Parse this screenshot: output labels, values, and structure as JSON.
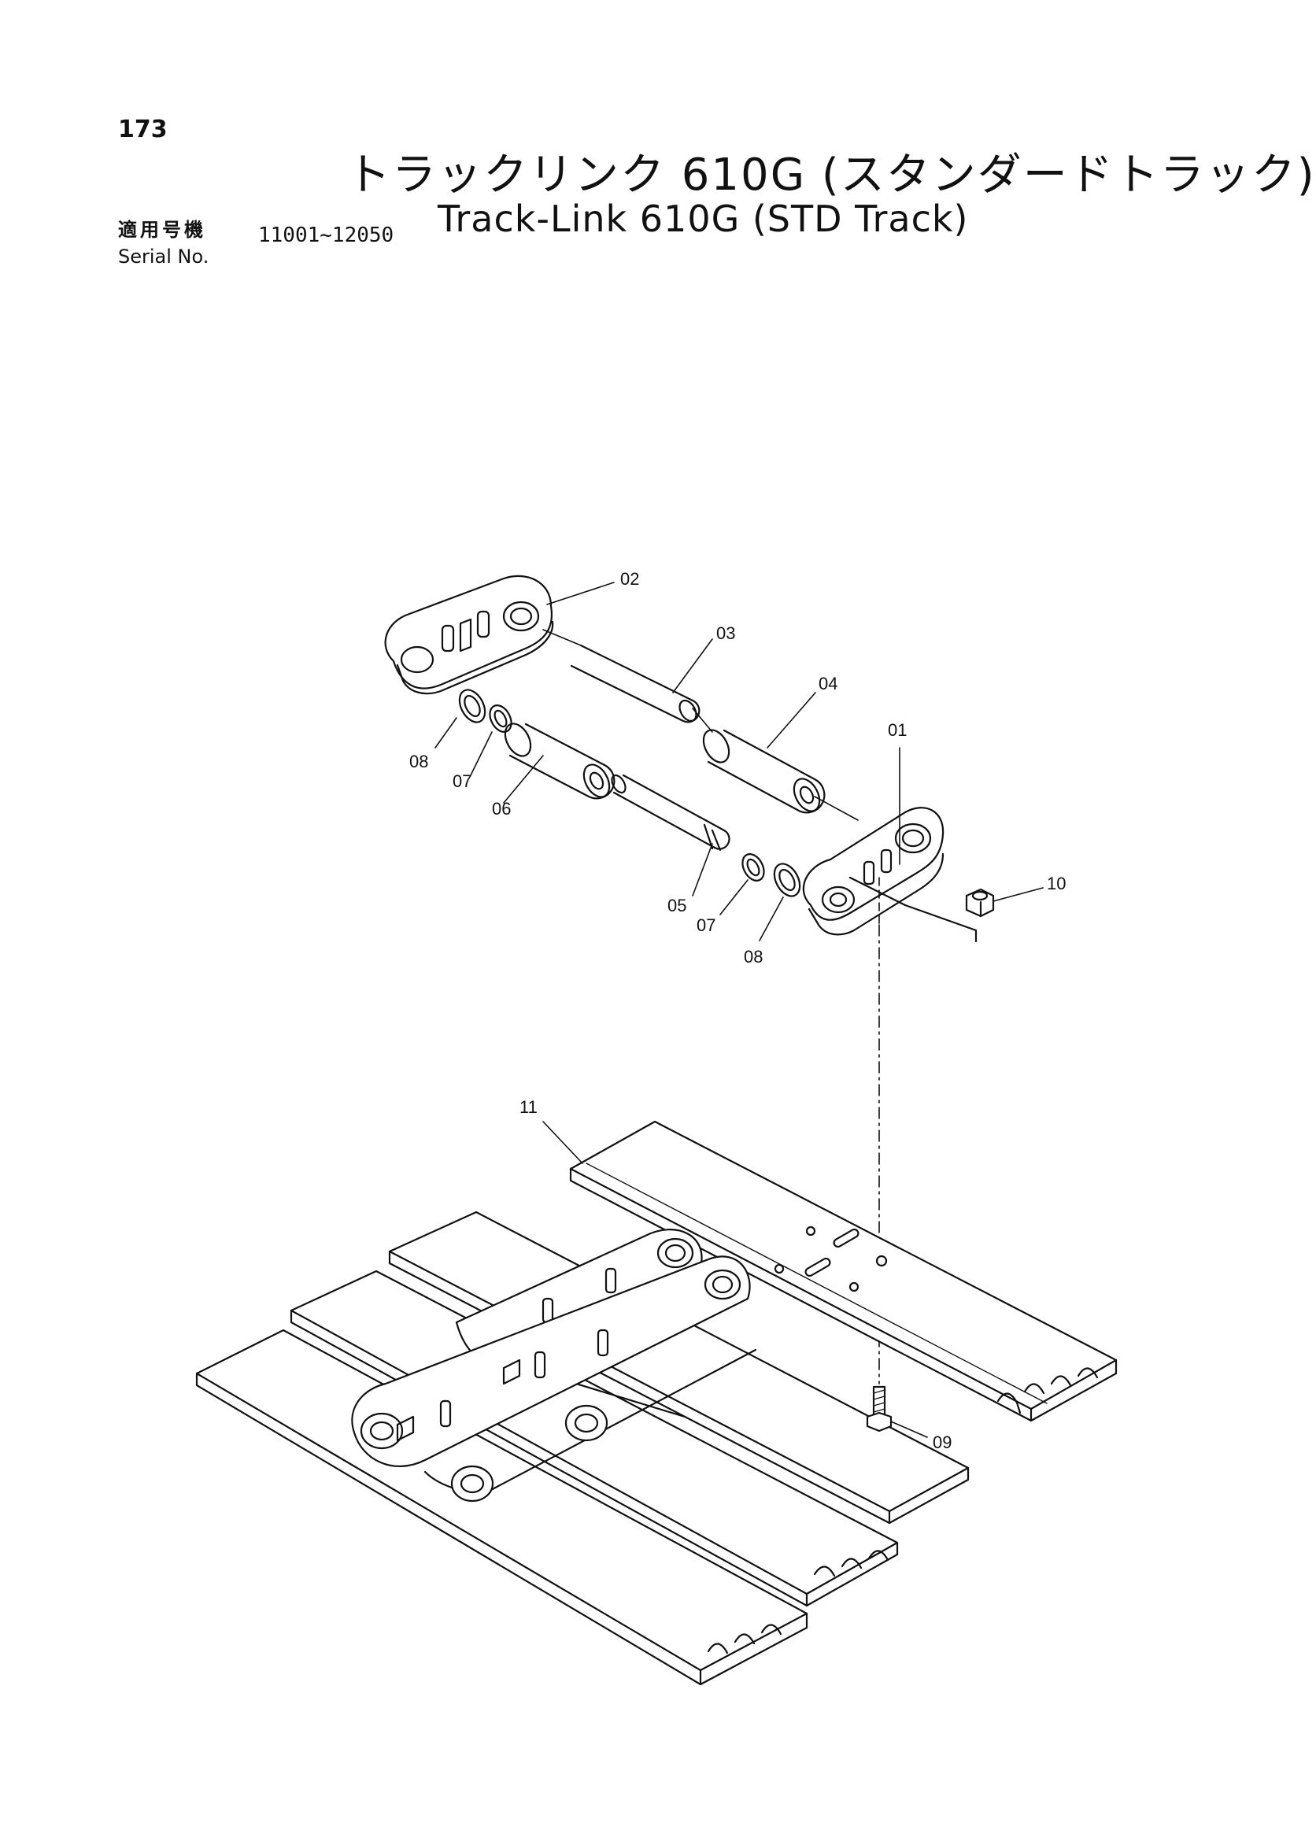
{
  "page_number": "173",
  "title_ja": "トラックリンク 610G (スタンダードトラック)",
  "title_en": "Track-Link 610G (STD Track)",
  "serial_label_ja": "適用号機",
  "serial_label_en": "Serial No.",
  "serial_range": "11001~12050",
  "part_labels": {
    "p01": "01",
    "p02": "02",
    "p03": "03",
    "p04": "04",
    "p05": "05",
    "p06": "06",
    "p07a": "07",
    "p07b": "07",
    "p08a": "08",
    "p08b": "08",
    "p09": "09",
    "p10": "10",
    "p11": "11"
  }
}
